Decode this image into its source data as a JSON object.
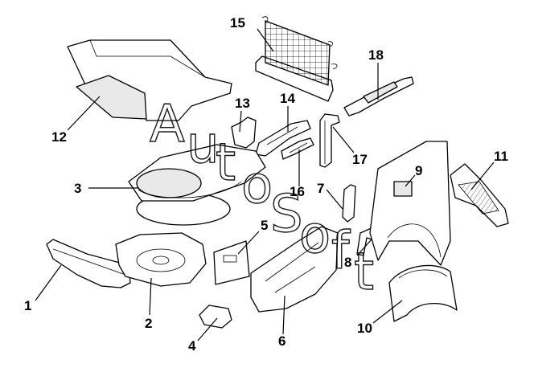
{
  "diagram": {
    "labels": [
      {
        "id": "1",
        "text": "1"
      },
      {
        "id": "2",
        "text": "2"
      },
      {
        "id": "3",
        "text": "3"
      },
      {
        "id": "4",
        "text": "4"
      },
      {
        "id": "5",
        "text": "5"
      },
      {
        "id": "6",
        "text": "6"
      },
      {
        "id": "7",
        "text": "7"
      },
      {
        "id": "8",
        "text": "8"
      },
      {
        "id": "9",
        "text": "9"
      },
      {
        "id": "10",
        "text": "10"
      },
      {
        "id": "11",
        "text": "11"
      },
      {
        "id": "12",
        "text": "12"
      },
      {
        "id": "13",
        "text": "13"
      },
      {
        "id": "14",
        "text": "14"
      },
      {
        "id": "15",
        "text": "15"
      },
      {
        "id": "16",
        "text": "16"
      },
      {
        "id": "17",
        "text": "17"
      },
      {
        "id": "18",
        "text": "18"
      }
    ],
    "watermark": [
      "A",
      "u",
      "t",
      "o",
      "S",
      "o",
      "f",
      "t"
    ]
  }
}
